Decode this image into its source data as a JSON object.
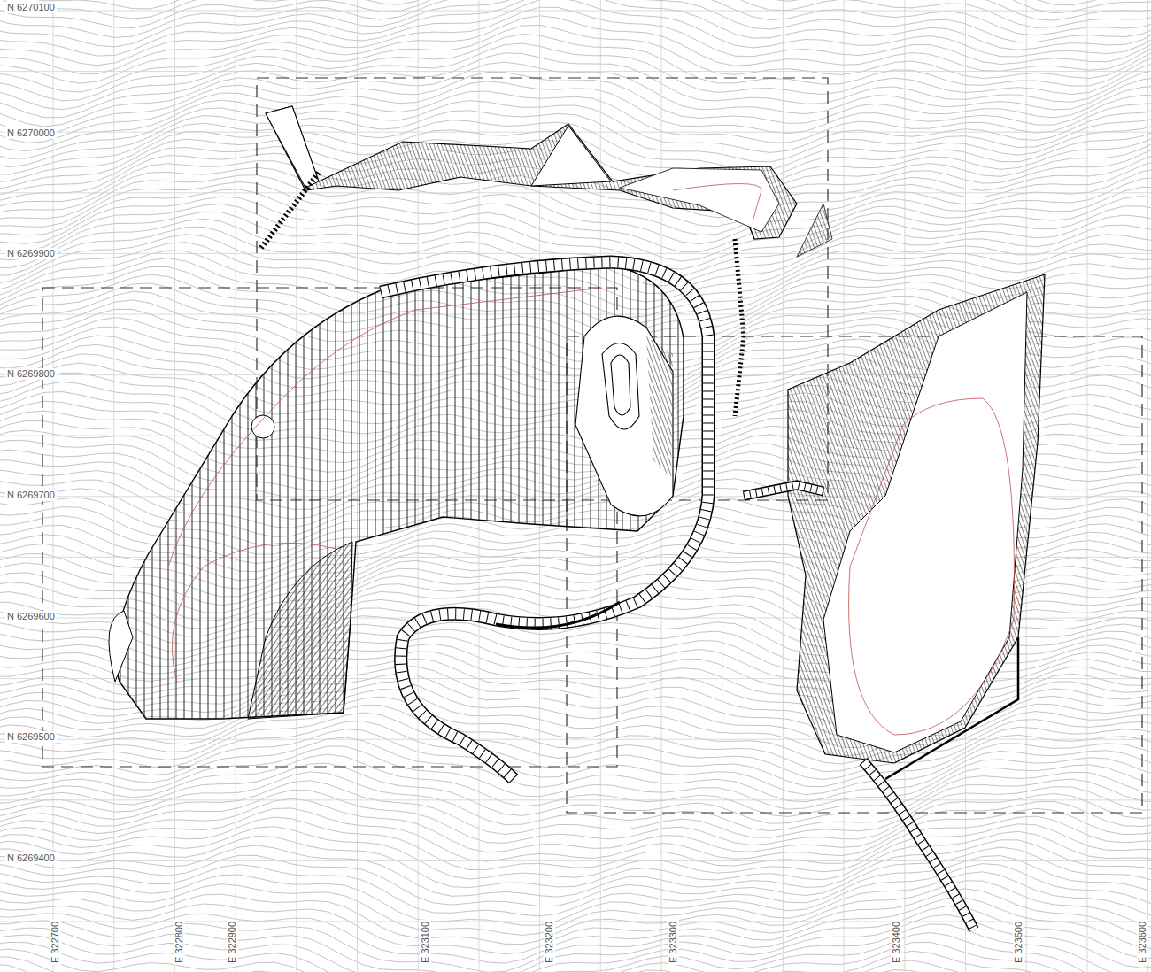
{
  "diagram": {
    "labels": [
      "N 6270100",
      "N 6270000",
      "N 6269900",
      "N 6269800",
      "N 6269700",
      "N 6269600",
      "N 6269500",
      "N 6269400",
      "E 322700",
      "E 322800",
      "E 322900",
      "E 323100",
      "E 323200",
      "E 323300",
      "E 323400",
      "E 323500",
      "E 323600"
    ]
  }
}
